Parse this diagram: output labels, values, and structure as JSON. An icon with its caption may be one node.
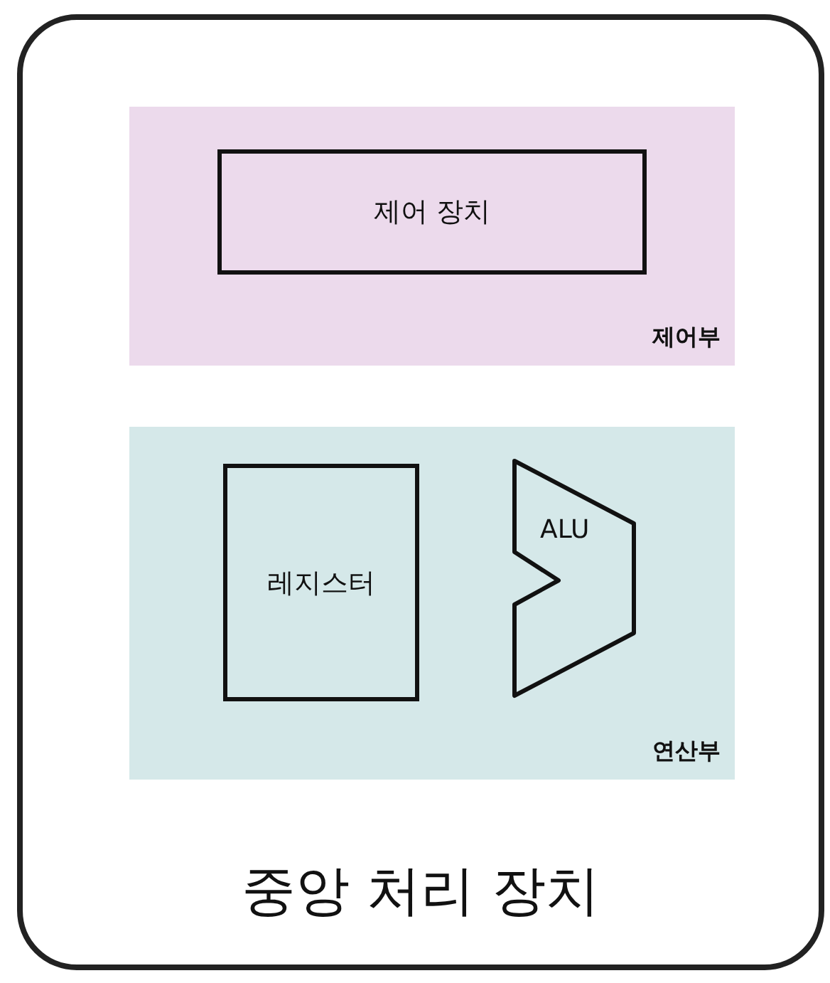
{
  "diagram": {
    "nodes": [
      {
        "text": [
          "중앙 처리 장치"
        ]
      },
      {
        "text": [
          "제어부"
        ],
        "in": 0
      },
      {
        "text": [
          "제어 장치"
        ],
        "in": 1
      },
      {
        "text": [
          "연산부"
        ],
        "in": 0
      },
      {
        "text": [
          "레지스터"
        ],
        "in": 3
      },
      {
        "text": [
          "ALU"
        ],
        "in": 3
      }
    ]
  }
}
